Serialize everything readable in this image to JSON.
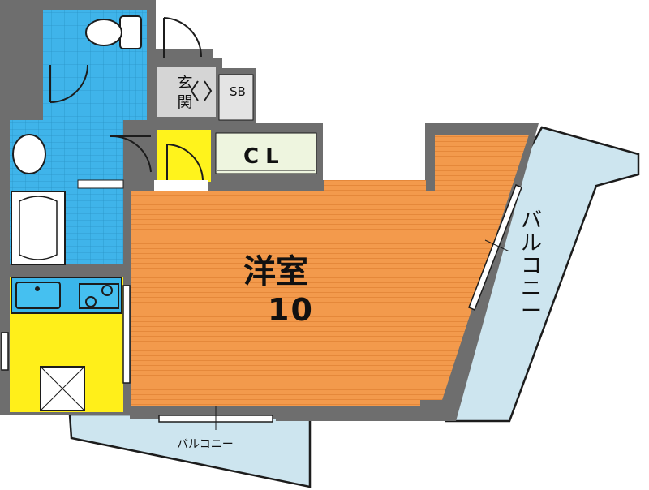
{
  "rooms": {
    "western_room": "洋室",
    "western_room_size": "10",
    "closet": "CL",
    "entrance": "玄関",
    "shoe_box": "SB",
    "balcony_side": "バルコニー",
    "balcony_bottom": "バルコニー"
  },
  "colors": {
    "wall": "#6e6e6e",
    "room_floor": "#f39a4c",
    "floor_stripe": "#e88838",
    "bathroom_tile": "#3fb4ea",
    "kitchen_yellow": "#ffef1a",
    "hall_yellow": "#fff31c",
    "balcony": "#cde5ef",
    "closet_floor": "#eef5df",
    "entrance_floor": "#d5d5d5",
    "sink_blue": "#3ab6ea"
  }
}
